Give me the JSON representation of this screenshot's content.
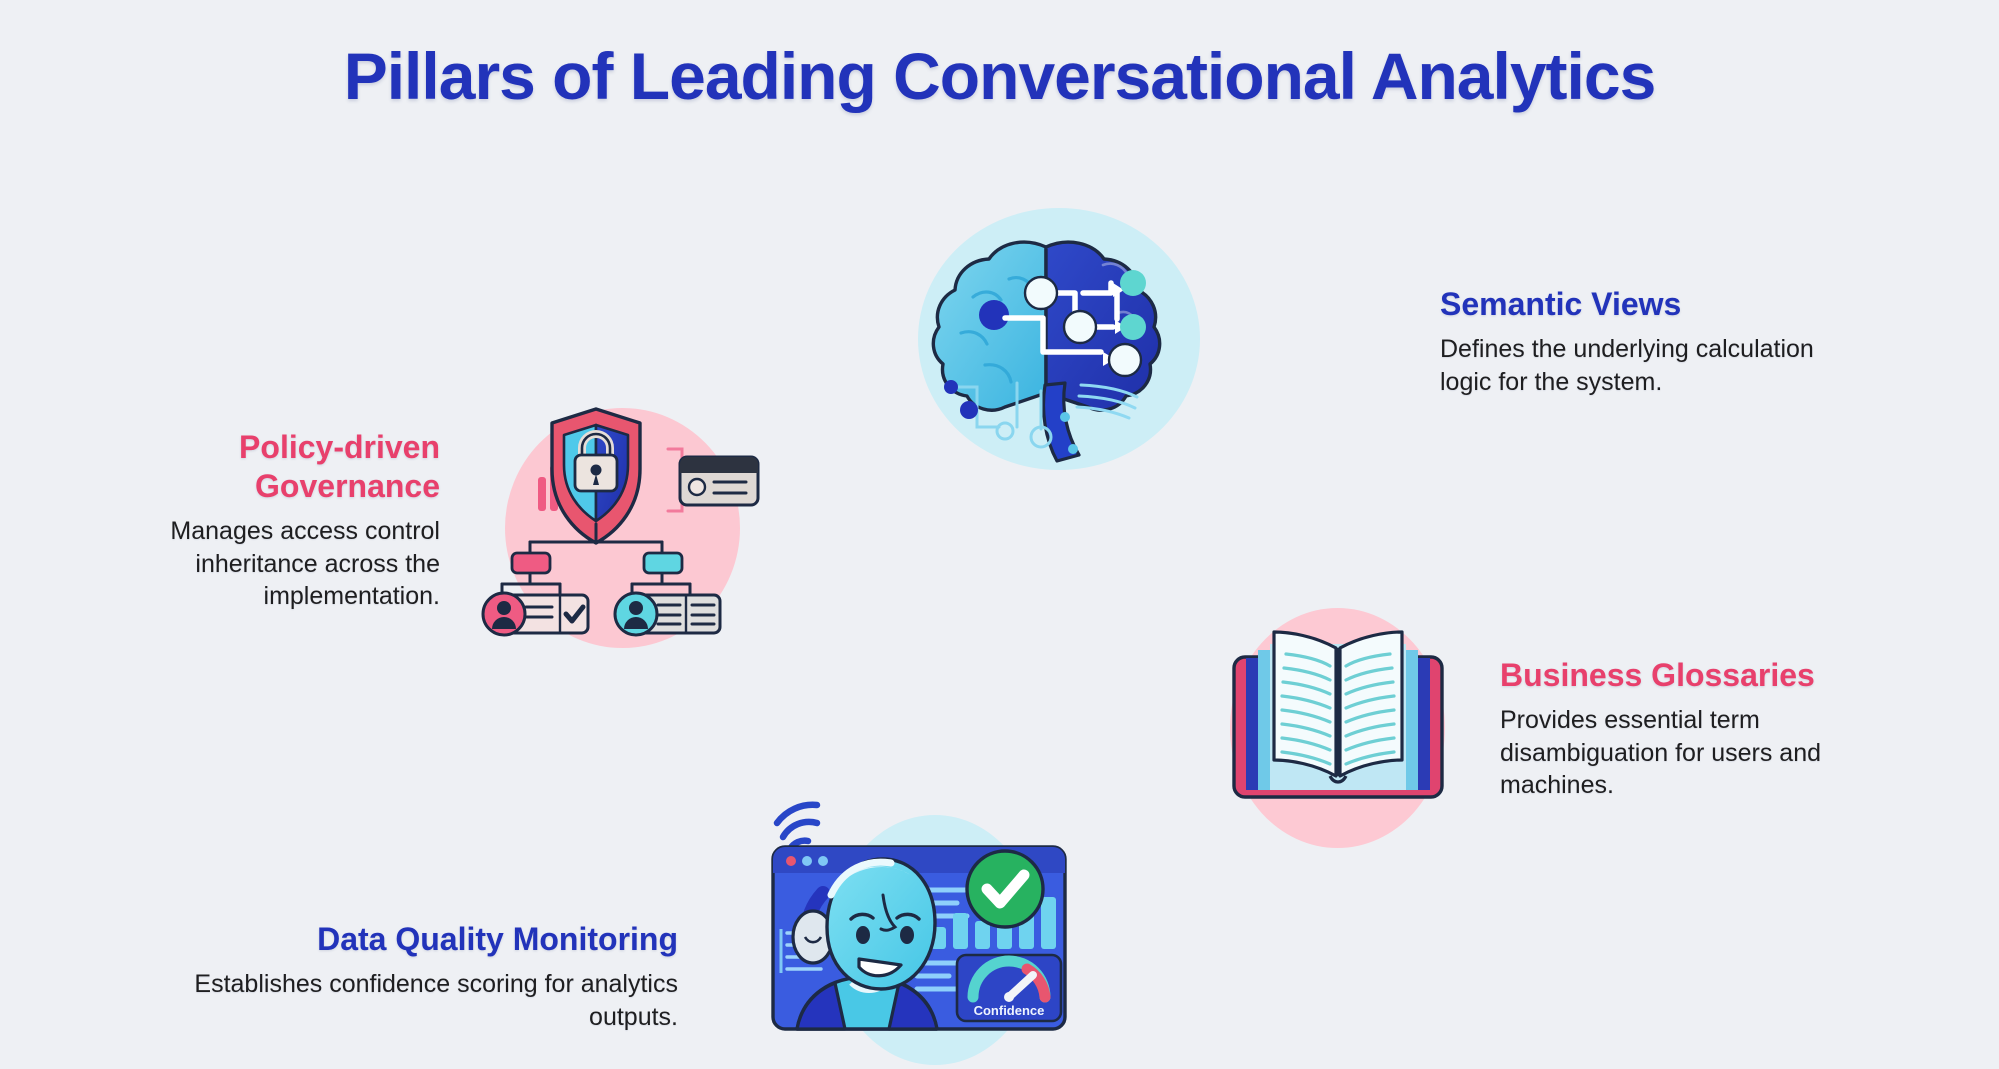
{
  "page": {
    "title": "Pillars of Leading Conversational Analytics",
    "background_color": "#eef0f4",
    "accent_blue": "#2233ba",
    "accent_pink": "#e8406c",
    "body_text_color": "#1e1e20"
  },
  "pillars": [
    {
      "id": "semantic-views",
      "heading": "Semantic Views",
      "heading_color": "#2233ba",
      "body": "Defines the underlying calculation logic for the system.",
      "icon": "brain-network-icon",
      "blob_color": "#cdeef6",
      "text_align": "left"
    },
    {
      "id": "policy-driven-governance",
      "heading_line1": "Policy-driven",
      "heading_line2": "Governance",
      "heading_color": "#e8406c",
      "body": "Manages access control inheritance across the implementation.",
      "icon": "shield-lock-hierarchy-icon",
      "blob_color": "#fcc8d2",
      "text_align": "right"
    },
    {
      "id": "business-glossaries",
      "heading": "Business Glossaries",
      "heading_color": "#e8406c",
      "body": "Provides essential term disambiguation for users and machines.",
      "icon": "open-book-icon",
      "blob_color": "#fdc9d3",
      "text_align": "left"
    },
    {
      "id": "data-quality-monitoring",
      "heading": "Data Quality Monitoring",
      "heading_color": "#2233ba",
      "body": "Establishes confidence scoring for analytics outputs.",
      "icon": "ai-robot-dashboard-icon",
      "blob_color": "#cdeef6",
      "text_align": "right"
    }
  ],
  "illustration_labels": {
    "confidence_gauge": "Confidence"
  }
}
